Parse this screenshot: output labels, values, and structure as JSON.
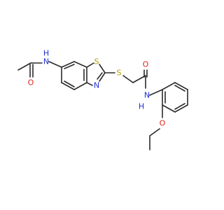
{
  "molecule": {
    "labels": {
      "nh_acetamide": "N",
      "h_acetamide": "H",
      "o_acetamide": "O",
      "s_ring": "S",
      "n_ring": "N",
      "s_thioether": "S",
      "o_amide": "O",
      "nh_amide": "N",
      "h_amide": "H",
      "o_ether": "O"
    },
    "colors": {
      "bond": "#2b2b2b",
      "nitrogen": "#1f2fd6",
      "oxygen": "#e0241b",
      "sulfur": "#b8a000"
    }
  }
}
